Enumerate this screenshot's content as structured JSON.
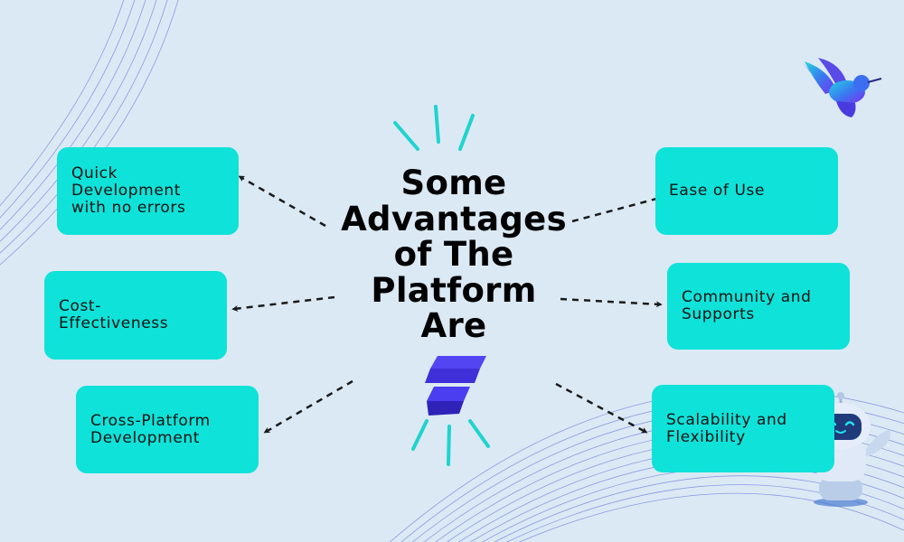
{
  "title": "Some\nAdvantages\nof The\nPlatform\nAre",
  "advantages": [
    "Quick\nDevelopment\nwith no errors",
    "Cost-\nEffectiveness",
    "Cross-Platform\nDevelopment",
    "Ease of Use",
    "Community and\nSupports",
    "Scalability and\nFlexibility"
  ],
  "colors": {
    "background": "#dbe9f4",
    "box": "#0fe3d9",
    "accent": "#1fd3cf",
    "logo": "#4b3df0"
  },
  "icons": [
    "hummingbird-icon",
    "platform-logo-icon",
    "robot-mascot-icon"
  ]
}
